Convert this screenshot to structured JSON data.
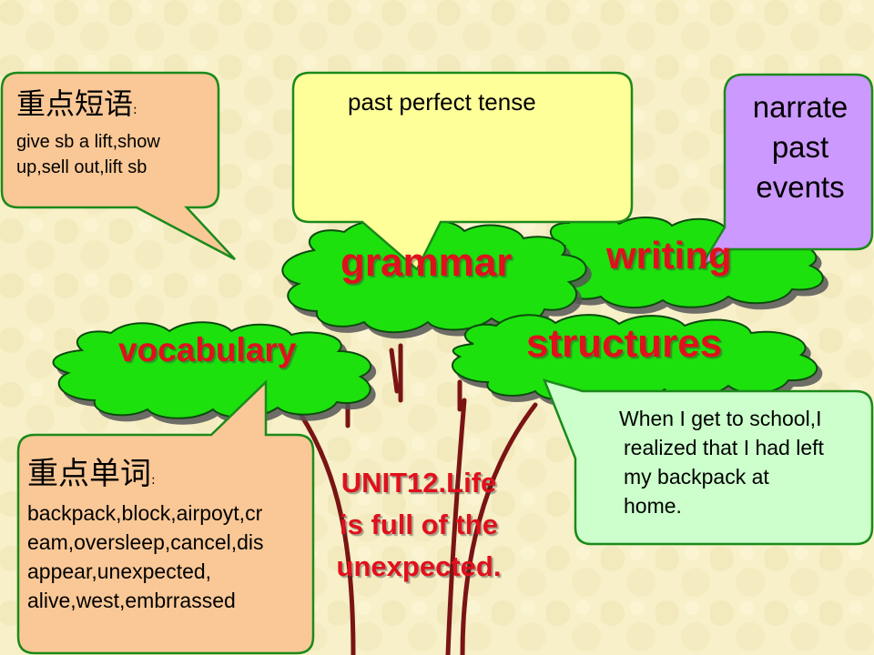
{
  "colors": {
    "background": "#f6efc4",
    "tree_leaf": "#1ee10f",
    "trunk": "#7a1414",
    "label_red": "#e0101c",
    "callout_orange": "#fac896",
    "callout_yellow": "#ffff99",
    "callout_purple": "#cc99ff",
    "callout_mint": "#ccffcc",
    "callout_border": "#1b8a1b"
  },
  "callouts": {
    "phrases": {
      "heading": "重点短语",
      "colon": ":",
      "line1": "give sb a lift,show",
      "line2": "up,sell out,lift sb"
    },
    "grammar": {
      "text": "past perfect tense"
    },
    "writing": {
      "line1": "narrate",
      "line2": "past",
      "line3": "events"
    },
    "words": {
      "heading": "重点单词",
      "colon": ":",
      "line1": "backpack,block,airpoyt,cr",
      "line2": "eam,oversleep,cancel,dis",
      "line3": "appear,unexpected,",
      "line4": "alive,west,embrrassed"
    },
    "structures": {
      "line1": "When I get to school,I",
      "line2": "realized that I had left",
      "line3": "my backpack at",
      "line4": "home."
    }
  },
  "trees": {
    "grammar": "grammar",
    "writing": "writing",
    "vocabulary": "vocabulary",
    "structures": "structures"
  },
  "title": {
    "line1": "UNIT12.Life",
    "line2": "is full of the",
    "line3": "unexpected."
  }
}
